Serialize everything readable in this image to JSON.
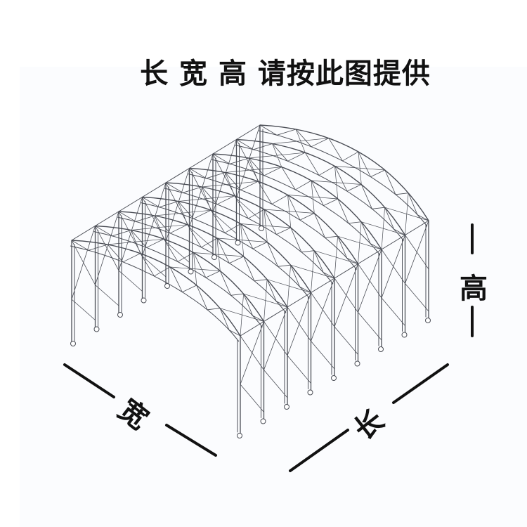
{
  "title": "长 宽 高 请按此图提供",
  "labels": {
    "width": "宽",
    "length": "长",
    "height": "高"
  },
  "colors": {
    "frame": "#4a4d55",
    "ink": "#111111",
    "panel": "#fbfcfe"
  },
  "structure": {
    "arch_frames": 9
  }
}
